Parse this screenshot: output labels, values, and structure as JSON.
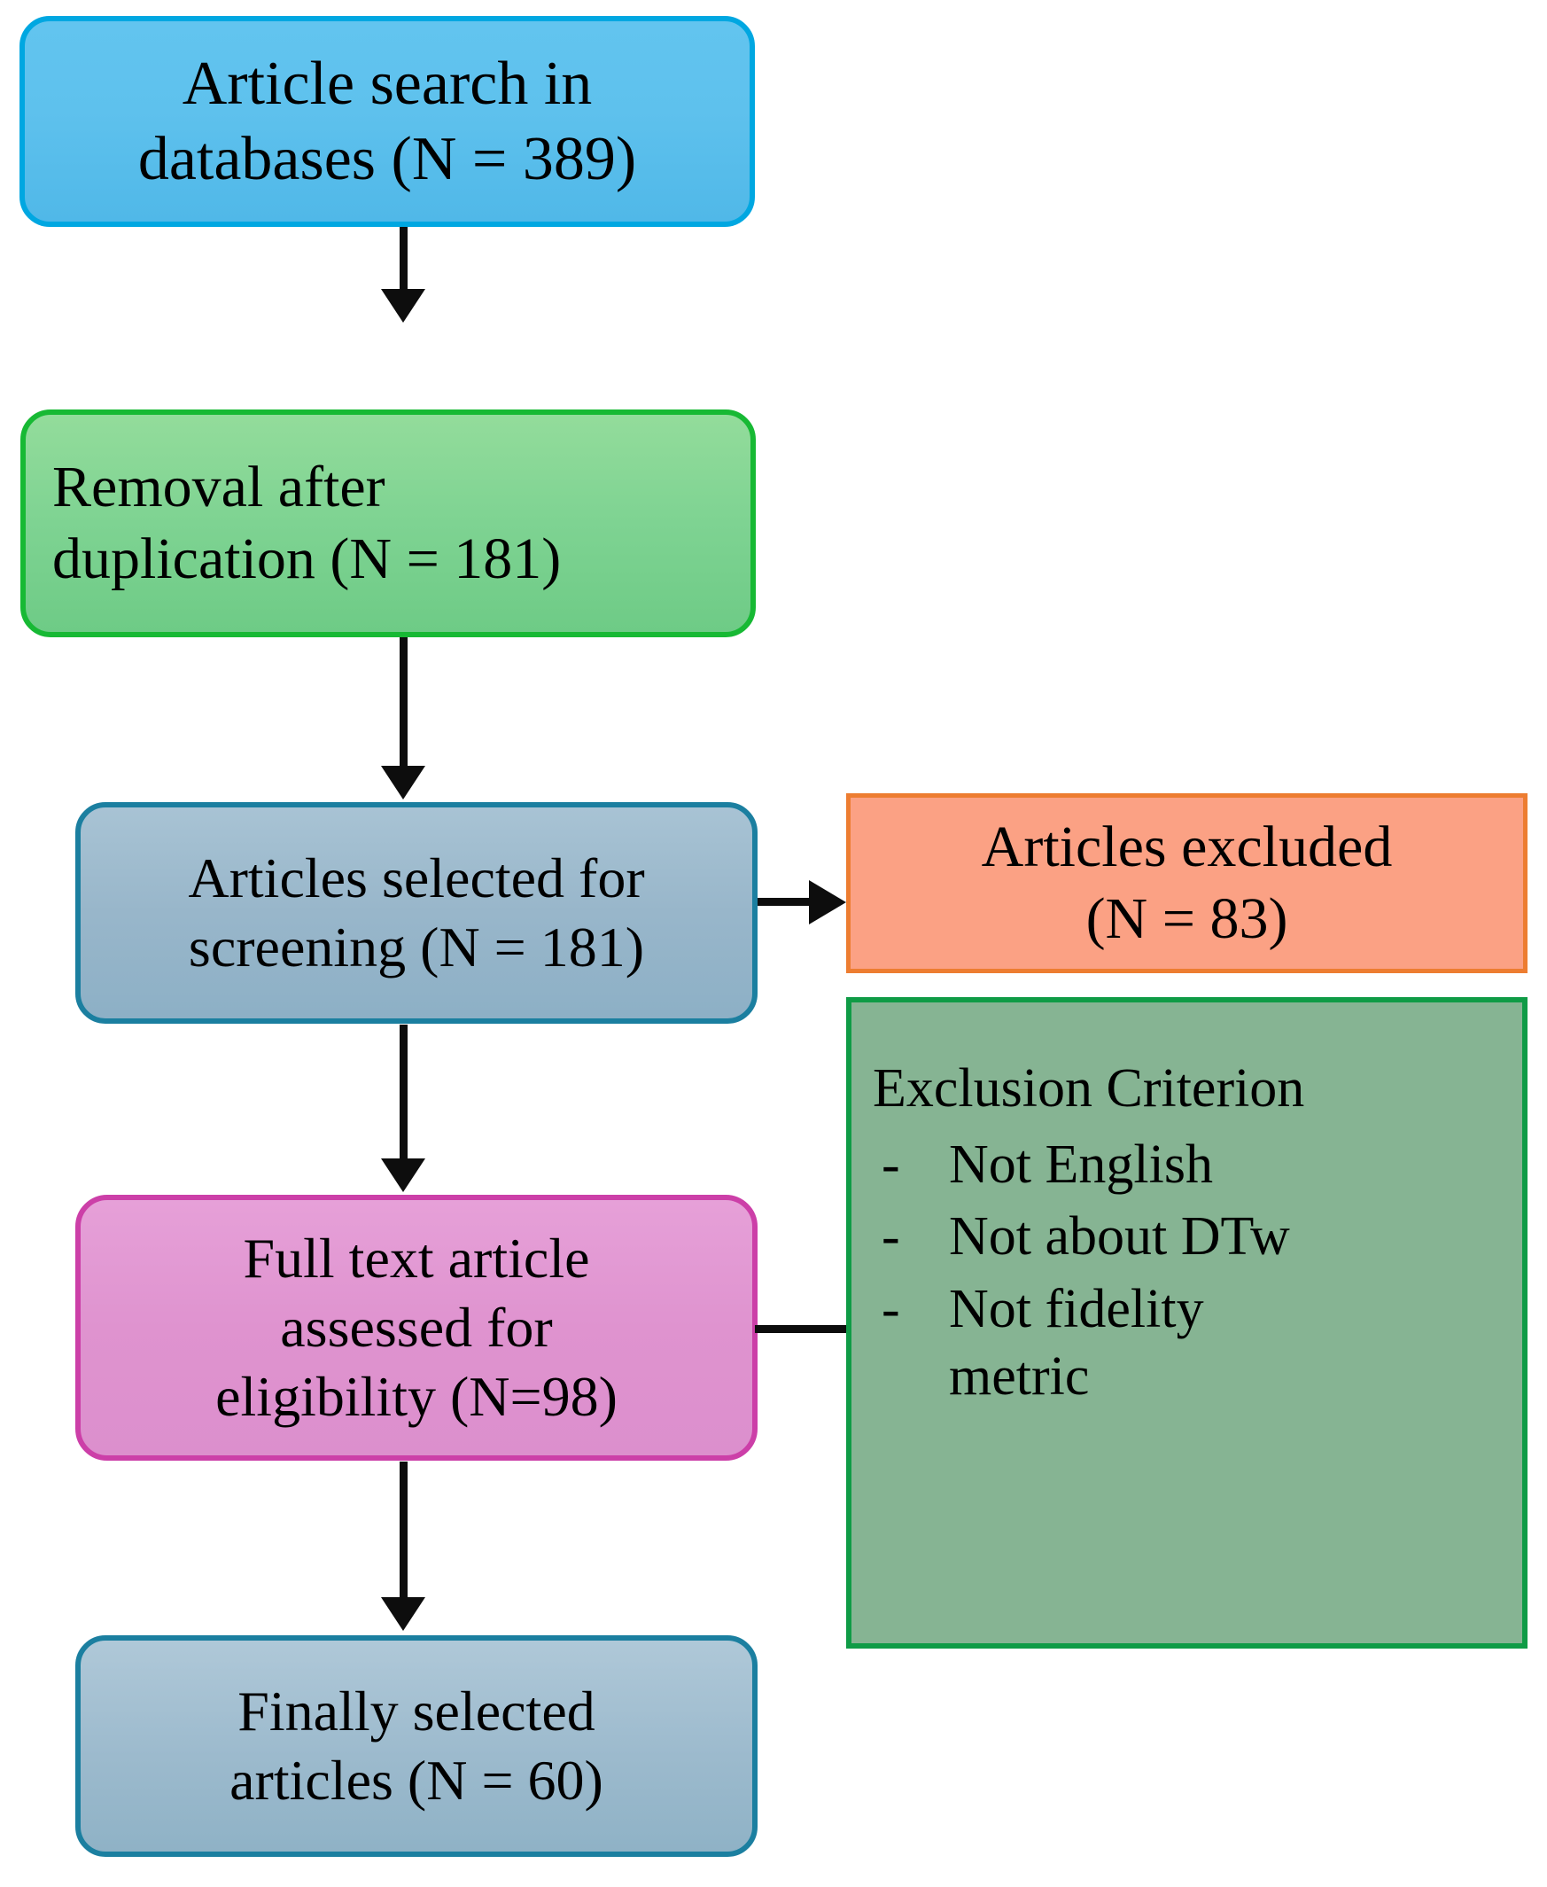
{
  "diagram": {
    "title": "PRISMA article selection flow diagram",
    "type": "flowchart"
  },
  "nodes": {
    "search": {
      "lines": [
        "Article search in",
        "databases (N = 389)"
      ],
      "count": 389,
      "fill": "#5ec1ed",
      "border": "#00a7e1"
    },
    "removal": {
      "lines": [
        "Removal after",
        "duplication (N = 181)"
      ],
      "count": 181,
      "fill": "#7ed392",
      "border": "#17b934"
    },
    "screening": {
      "lines": [
        "Articles selected for",
        "screening (N = 181)"
      ],
      "count": 181,
      "fill": "#98b6ca",
      "border": "#1b7fa0"
    },
    "fulltext": {
      "lines": [
        "Full text article",
        "assessed for",
        "eligibility (N=98)"
      ],
      "count": 98,
      "fill": "#df93cf",
      "border": "#cc3fa8"
    },
    "final": {
      "lines": [
        "Finally selected",
        "articles (N = 60)"
      ],
      "count": 60,
      "fill": "#9cbacd",
      "border": "#1b7fa0"
    },
    "excluded": {
      "lines": [
        "Articles excluded",
        "(N = 83)"
      ],
      "count": 83,
      "fill": "#fba184",
      "border": "#ed7d31"
    },
    "criterion": {
      "heading": "Exclusion Criterion",
      "bullet_mark": "-",
      "items": [
        {
          "lines": [
            "Not English"
          ]
        },
        {
          "lines": [
            "Not about DTw"
          ]
        },
        {
          "lines": [
            "Not fidelity",
            "metric"
          ]
        }
      ],
      "fill": "#86b493",
      "border": "#0f9b46"
    }
  },
  "connectors": [
    {
      "name": "search-to-removal",
      "from": "search",
      "to": "removal",
      "direction": "down",
      "arrowhead": true
    },
    {
      "name": "removal-to-screening",
      "from": "removal",
      "to": "screening",
      "direction": "down",
      "arrowhead": true
    },
    {
      "name": "screening-to-excluded",
      "from": "screening",
      "to": "excluded",
      "direction": "right",
      "arrowhead": true
    },
    {
      "name": "screening-to-fulltext",
      "from": "screening",
      "to": "fulltext",
      "direction": "down",
      "arrowhead": true
    },
    {
      "name": "fulltext-to-criterion",
      "from": "fulltext",
      "to": "criterion",
      "direction": "right",
      "arrowhead": false
    },
    {
      "name": "fulltext-to-final",
      "from": "fulltext",
      "to": "final",
      "direction": "down",
      "arrowhead": true
    }
  ]
}
